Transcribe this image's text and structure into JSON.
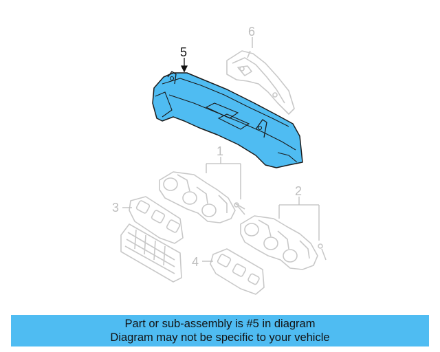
{
  "diagram": {
    "callouts": {
      "c1": "1",
      "c2": "2",
      "c3": "3",
      "c4": "4",
      "c5": "5",
      "c6": "6"
    },
    "highlighted_part": "5",
    "colors": {
      "highlight": "#4fbcf2",
      "ghost_line": "#c8c8c8",
      "outline": "#1a1a1a"
    }
  },
  "caption": {
    "line1": "Part or sub-assembly is #5 in diagram",
    "line2": "Diagram may not be specific to your vehicle",
    "background": "#4fbcf2"
  }
}
